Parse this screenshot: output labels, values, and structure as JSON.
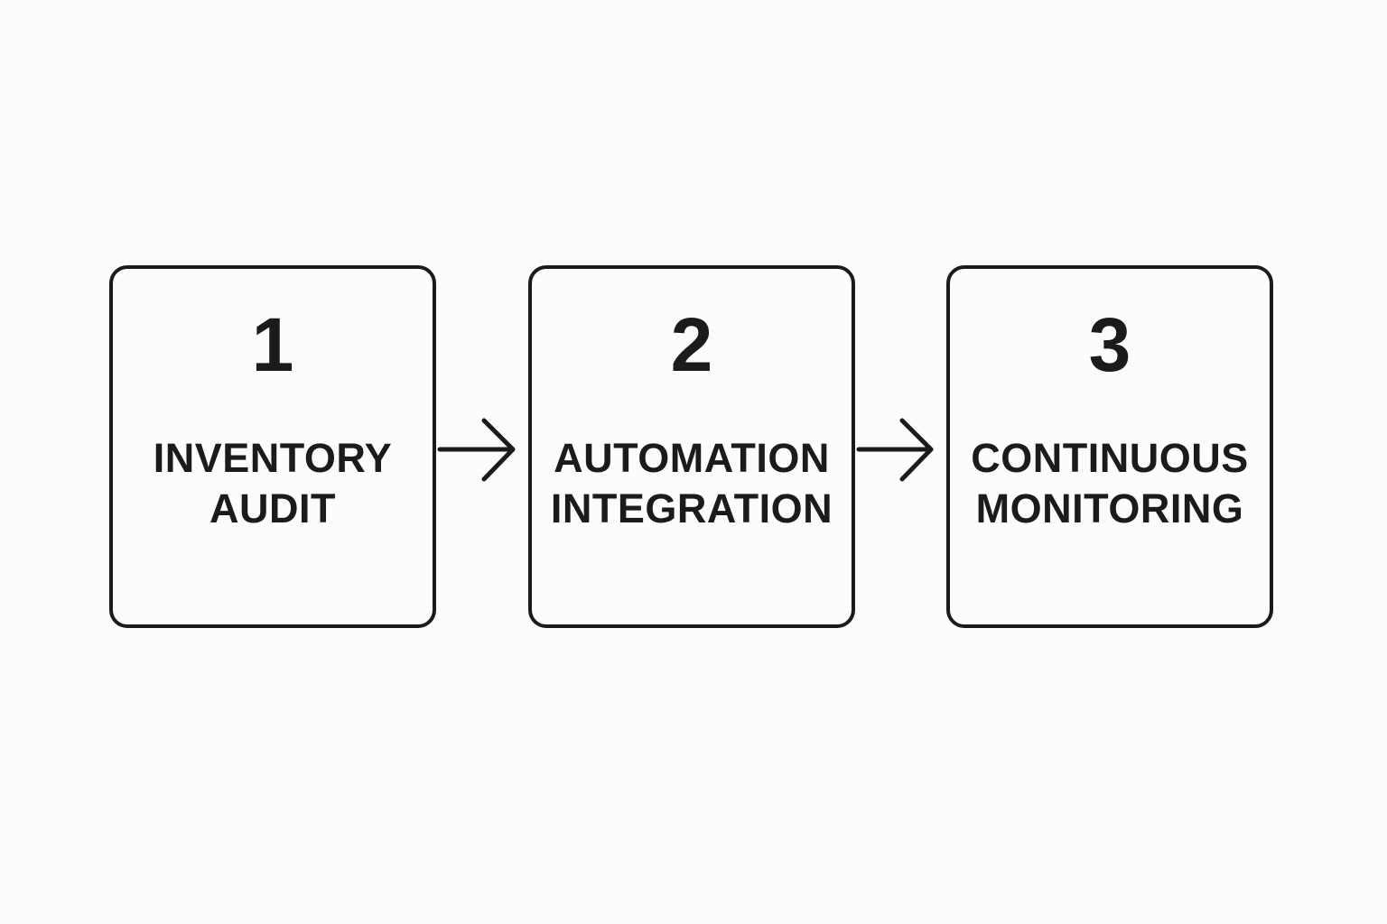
{
  "steps": [
    {
      "number": "1",
      "line1": "INVENTORY",
      "line2": "AUDIT"
    },
    {
      "number": "2",
      "line1": "AUTOMATION",
      "line2": "INTEGRATION"
    },
    {
      "number": "3",
      "line1": "CONTINUOUS",
      "line2": "MONITORING"
    }
  ],
  "colors": {
    "background": "#fcfcfa",
    "stroke": "#1b1b1b"
  }
}
